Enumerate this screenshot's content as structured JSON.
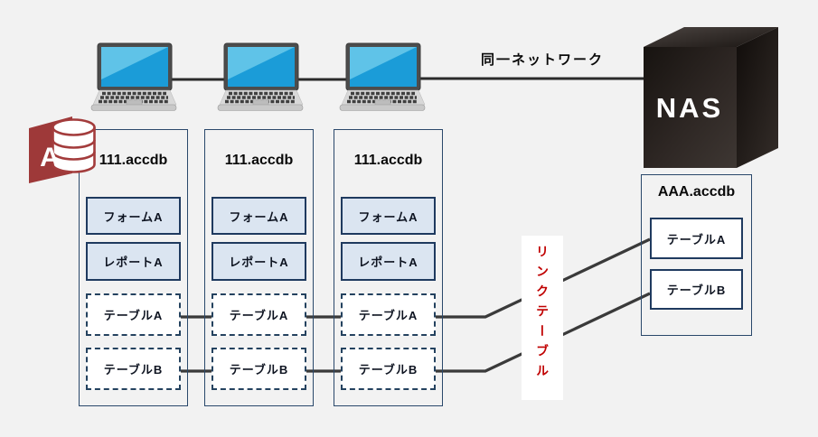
{
  "network": {
    "label": "同一ネットワーク"
  },
  "nas": {
    "label": "NAS"
  },
  "access": {
    "letter": "A"
  },
  "link_table": {
    "label": "リンクテーブル",
    "color": "#c00000"
  },
  "client_dbs": [
    {
      "title": "111.accdb",
      "form": "フォームA",
      "report": "レポートA",
      "table_a": "テーブルA",
      "table_b": "テーブルB"
    },
    {
      "title": "111.accdb",
      "form": "フォームA",
      "report": "レポートA",
      "table_a": "テーブルA",
      "table_b": "テーブルB"
    },
    {
      "title": "111.accdb",
      "form": "フォームA",
      "report": "レポートA",
      "table_a": "テーブルA",
      "table_b": "テーブルB"
    }
  ],
  "server_db": {
    "title": "AAA.accdb",
    "table_a": "テーブルA",
    "table_b": "テーブルB"
  },
  "colors": {
    "background": "#f2f2f2",
    "panel_border": "#2a486b",
    "solid_box_fill": "#dbe5f1",
    "box_border": "#1f3a5f",
    "connector_line": "#3a3a3a",
    "link_label_red": "#c00000",
    "access_red": "#9e3939",
    "laptop_screen_blue": "#1b9cd8"
  }
}
